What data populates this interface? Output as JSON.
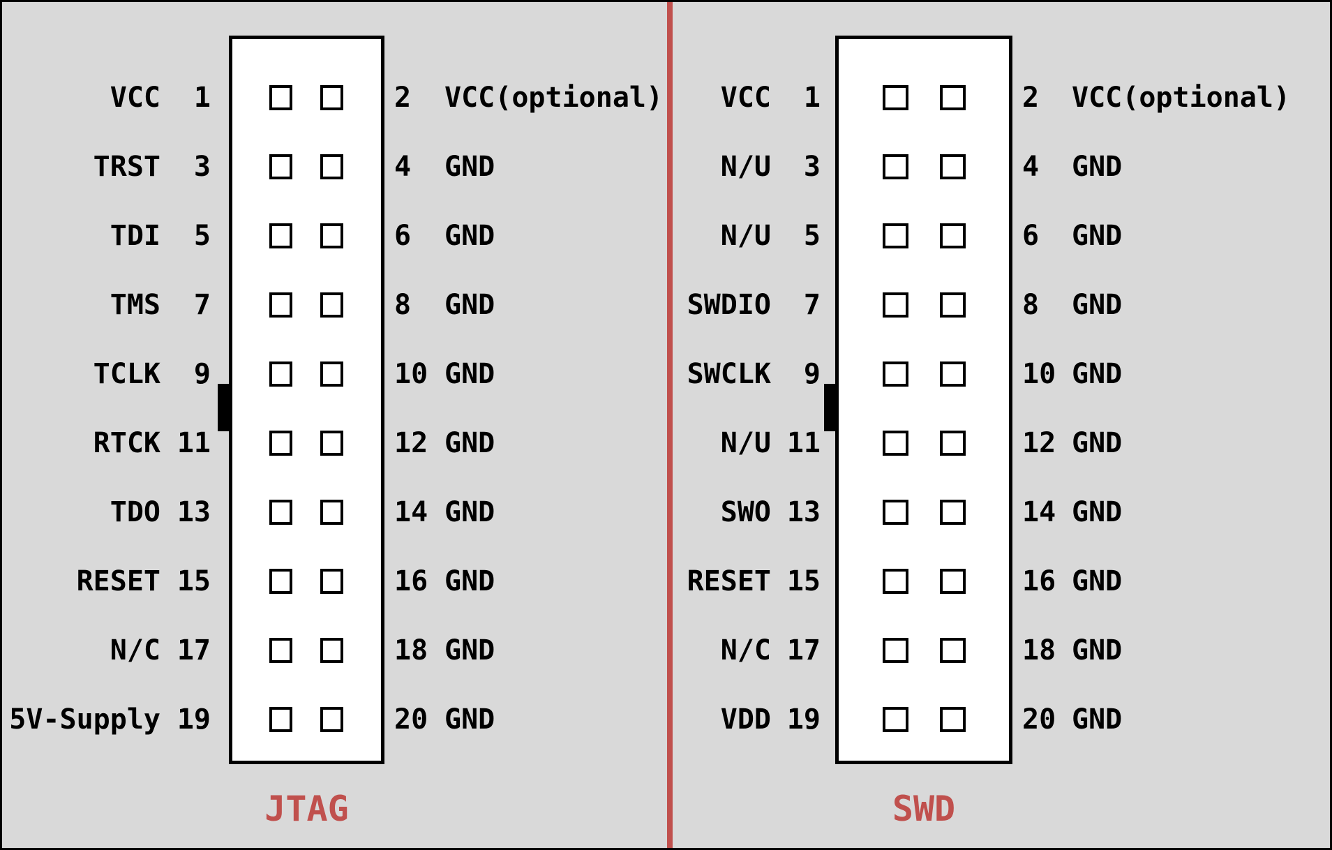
{
  "colors": {
    "background": "#d9d9d9",
    "foreground": "#000000",
    "connector_fill": "#ffffff",
    "accent": "#c0504d"
  },
  "connectors": [
    {
      "id": "jtag",
      "title": "JTAG",
      "rows": [
        {
          "left_name": "VCC",
          "left_num": "1",
          "right_num": "2",
          "right_name": "VCC(optional)"
        },
        {
          "left_name": "TRST",
          "left_num": "3",
          "right_num": "4",
          "right_name": "GND"
        },
        {
          "left_name": "TDI",
          "left_num": "5",
          "right_num": "6",
          "right_name": "GND"
        },
        {
          "left_name": "TMS",
          "left_num": "7",
          "right_num": "8",
          "right_name": "GND"
        },
        {
          "left_name": "TCLK",
          "left_num": "9",
          "right_num": "10",
          "right_name": "GND"
        },
        {
          "left_name": "RTCK",
          "left_num": "11",
          "right_num": "12",
          "right_name": "GND"
        },
        {
          "left_name": "TDO",
          "left_num": "13",
          "right_num": "14",
          "right_name": "GND"
        },
        {
          "left_name": "RESET",
          "left_num": "15",
          "right_num": "16",
          "right_name": "GND"
        },
        {
          "left_name": "N/C",
          "left_num": "17",
          "right_num": "18",
          "right_name": "GND"
        },
        {
          "left_name": "5V-Supply",
          "left_num": "19",
          "right_num": "20",
          "right_name": "GND"
        }
      ]
    },
    {
      "id": "swd",
      "title": "SWD",
      "rows": [
        {
          "left_name": "VCC",
          "left_num": "1",
          "right_num": "2",
          "right_name": "VCC(optional)"
        },
        {
          "left_name": "N/U",
          "left_num": "3",
          "right_num": "4",
          "right_name": "GND"
        },
        {
          "left_name": "N/U",
          "left_num": "5",
          "right_num": "6",
          "right_name": "GND"
        },
        {
          "left_name": "SWDIO",
          "left_num": "7",
          "right_num": "8",
          "right_name": "GND"
        },
        {
          "left_name": "SWCLK",
          "left_num": "9",
          "right_num": "10",
          "right_name": "GND"
        },
        {
          "left_name": "N/U",
          "left_num": "11",
          "right_num": "12",
          "right_name": "GND"
        },
        {
          "left_name": "SWO",
          "left_num": "13",
          "right_num": "14",
          "right_name": "GND"
        },
        {
          "left_name": "RESET",
          "left_num": "15",
          "right_num": "16",
          "right_name": "GND"
        },
        {
          "left_name": "N/C",
          "left_num": "17",
          "right_num": "18",
          "right_name": "GND"
        },
        {
          "left_name": "VDD",
          "left_num": "19",
          "right_num": "20",
          "right_name": "GND"
        }
      ]
    }
  ]
}
